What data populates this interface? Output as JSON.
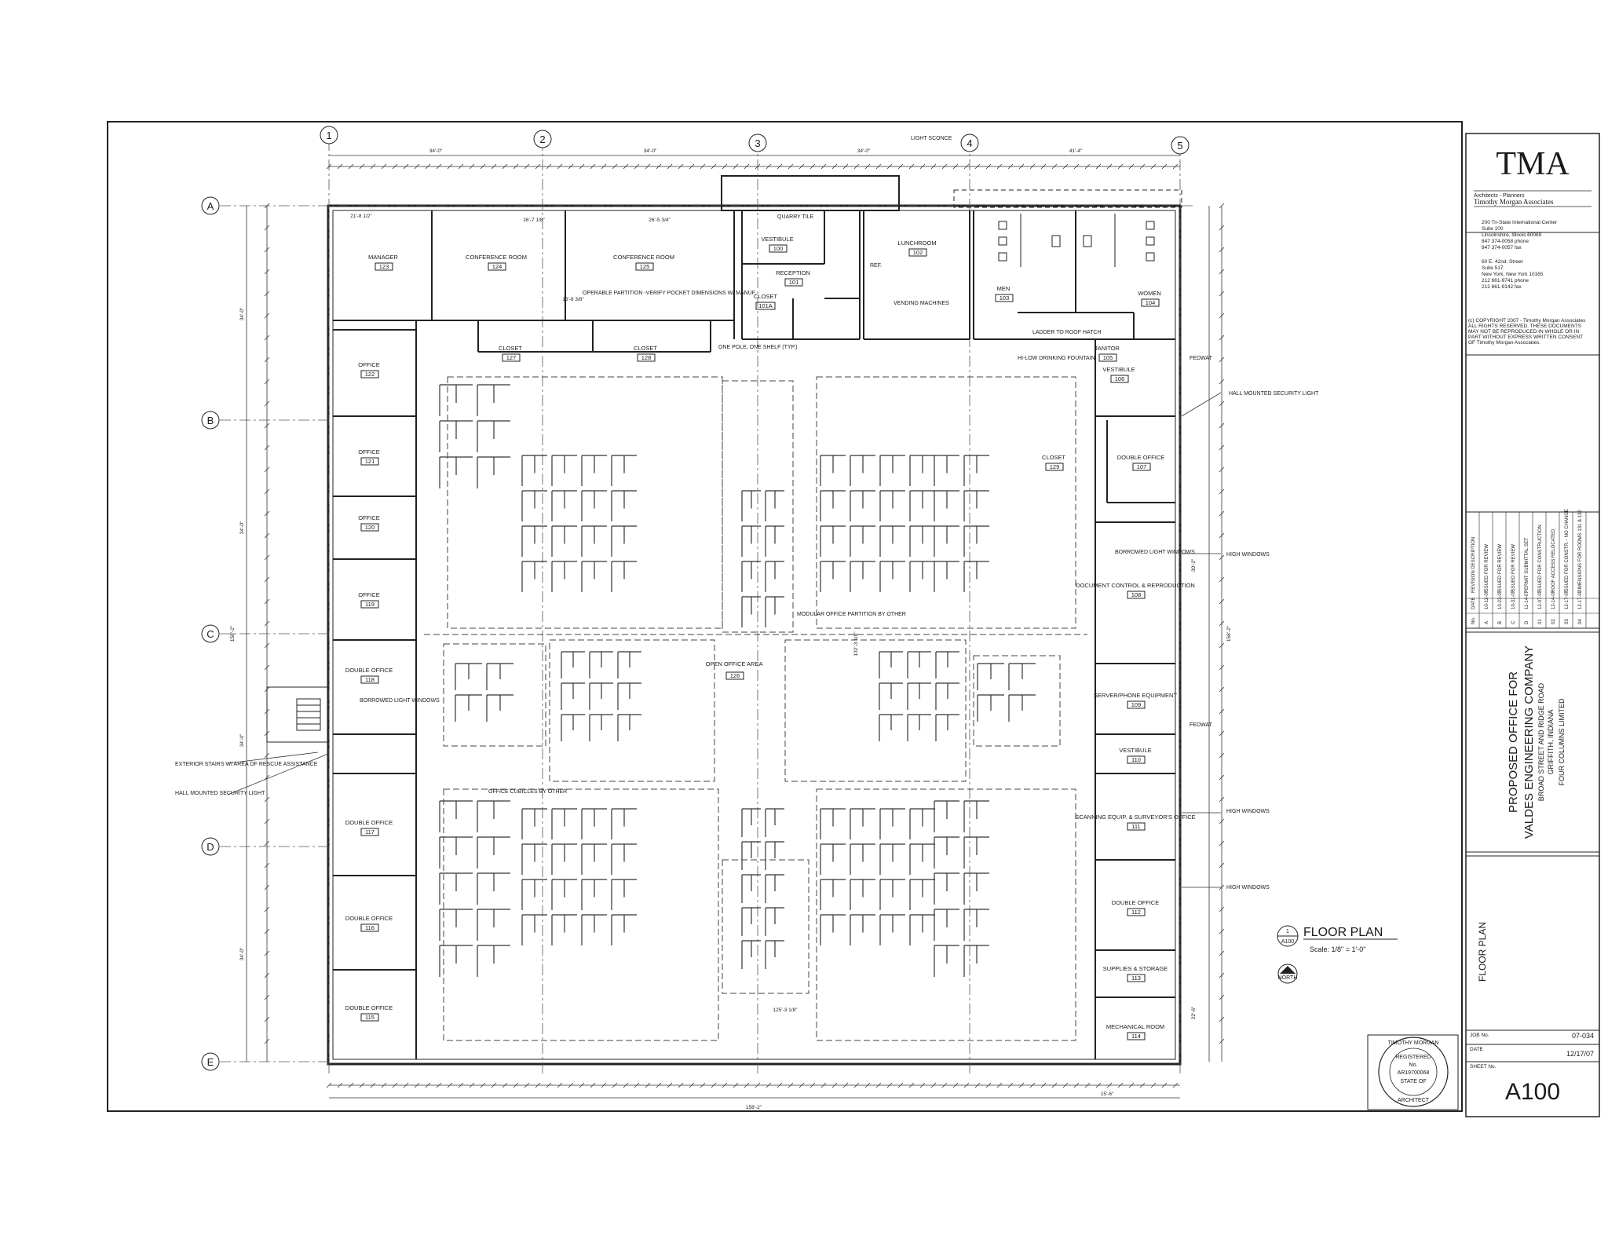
{
  "sheet": {
    "drawing_title": "FLOOR PLAN",
    "drawing_number": "1",
    "drawing_ref": "A100",
    "scale": "Scale: 1/8\" = 1'-0\"",
    "north_label": "NORTH",
    "sheet_number": "A100"
  },
  "firm": {
    "logo": "TMA",
    "tagline": "Architects - Planners",
    "name": "Timothy Morgan Associates",
    "office1": [
      "200 Tri-State International Center",
      "Suite 100",
      "Lincolnshire, Illinois 60069",
      "847 374-0058 phone",
      "847 374-0057 fax"
    ],
    "office2": [
      "60 E. 42nd. Street",
      "Suite 517",
      "New York, New York 10165",
      "212 661-9741 phone",
      "212 661-9142 fax"
    ],
    "copyright": [
      "(c) COPYRIGHT 2007 - Timothy Morgan Associates",
      "ALL RIGHTS RESERVED. THESE DOCUMENTS",
      "MAY NOT BE REPRODUCED IN WHOLE OR IN",
      "PART WITHOUT EXPRESS WRITTEN CONSENT",
      "OF Timothy Morgan Associates."
    ]
  },
  "revisions": {
    "headers": [
      "No.",
      "DATE",
      "REVISION DESCRIPTION"
    ],
    "rows": [
      [
        "A",
        "10-12-07",
        "ISSUED FOR REVIEW"
      ],
      [
        "B",
        "10-23-07",
        "ISSUED FOR REVIEW"
      ],
      [
        "C",
        "10-31-07",
        "ISSUED FOR REVIEW"
      ],
      [
        "D",
        "11-14-07",
        "PERMIT SUBMITTAL SET"
      ],
      [
        "01",
        "12-07-07",
        "ISSUED FOR CONSTRUCTION"
      ],
      [
        "02",
        "12-14-07",
        "ROOF ACCESS RELOCATED"
      ],
      [
        "03",
        "12-17-07",
        "ISSUED FOR CONSTR. - NO CHANGE"
      ],
      [
        "04",
        "12-17-07",
        "DIMENSIONS FOR ROOMS 131 & 132"
      ]
    ]
  },
  "project": {
    "line1": "PROPOSED OFFICE FOR",
    "line2": "VALDES ENGINEERING COMPANY",
    "line3": "BROAD STREET AND RIDGE ROAD",
    "line4": "GRIFFITH, INDIANA",
    "line5": "FOUR COLUMNS LIMITED"
  },
  "titleblock": {
    "sheet_title": "FLOOR PLAN",
    "job_label": "JOB No.",
    "job_no": "07-034",
    "date_label": "DATE",
    "date": "12/17/07",
    "sheet_label": "SHEET No."
  },
  "seal": {
    "top": "TIMOTHY MORGAN",
    "reg": "REGISTERED",
    "no_label": "No.",
    "number": "AR19700068",
    "state": "STATE OF",
    "bottom": "ARCHITECT"
  },
  "grid": {
    "columns": [
      "1",
      "2",
      "3",
      "4",
      "5"
    ],
    "rows": [
      "A",
      "B",
      "C",
      "D",
      "E"
    ]
  },
  "rooms": [
    {
      "key": "manager",
      "name": "MANAGER",
      "num": "123"
    },
    {
      "key": "conf124",
      "name": "CONFERENCE ROOM",
      "num": "124"
    },
    {
      "key": "conf125",
      "name": "CONFERENCE ROOM",
      "num": "125"
    },
    {
      "key": "vestibule100",
      "name": "VESTIBULE",
      "num": "100"
    },
    {
      "key": "reception",
      "name": "RECEPTION",
      "num": "101"
    },
    {
      "key": "closet101a",
      "name": "CLOSET",
      "num": "101A"
    },
    {
      "key": "lunch",
      "name": "LUNCHROOM",
      "num": "102"
    },
    {
      "key": "men",
      "name": "MEN",
      "num": "103"
    },
    {
      "key": "women",
      "name": "WOMEN",
      "num": "104"
    },
    {
      "key": "janitor",
      "name": "JANITOR",
      "num": "105"
    },
    {
      "key": "vestibule106",
      "name": "VESTIBULE",
      "num": "106"
    },
    {
      "key": "closet127",
      "name": "CLOSET",
      "num": "127"
    },
    {
      "key": "closet128",
      "name": "CLOSET",
      "num": "128"
    },
    {
      "key": "office122",
      "name": "OFFICE",
      "num": "122"
    },
    {
      "key": "office121",
      "name": "OFFICE",
      "num": "121"
    },
    {
      "key": "office120",
      "name": "OFFICE",
      "num": "120"
    },
    {
      "key": "office119",
      "name": "OFFICE",
      "num": "119"
    },
    {
      "key": "dbl118",
      "name": "DOUBLE OFFICE",
      "num": "118"
    },
    {
      "key": "dbl117",
      "name": "DOUBLE OFFICE",
      "num": "117"
    },
    {
      "key": "dbl116",
      "name": "DOUBLE OFFICE",
      "num": "116"
    },
    {
      "key": "dbl115",
      "name": "DOUBLE OFFICE",
      "num": "115"
    },
    {
      "key": "closet129",
      "name": "CLOSET",
      "num": "129"
    },
    {
      "key": "dbl107",
      "name": "DOUBLE OFFICE",
      "num": "107"
    },
    {
      "key": "doc108",
      "name": "DOCUMENT CONTROL & REPRODUCTION",
      "num": "108"
    },
    {
      "key": "server109",
      "name": "SERVER/PHONE EQUIPMENT",
      "num": "109"
    },
    {
      "key": "vestibule110",
      "name": "VESTIBULE",
      "num": "110"
    },
    {
      "key": "scan111",
      "name": "SCANNING EQUIP. & SURVEYOR'S OFFICE",
      "num": "111"
    },
    {
      "key": "dbl112",
      "name": "DOUBLE OFFICE",
      "num": "112"
    },
    {
      "key": "supplies113",
      "name": "SUPPLIES & STORAGE",
      "num": "113"
    },
    {
      "key": "mech114",
      "name": "MECHANICAL ROOM",
      "num": "114"
    },
    {
      "key": "openoffice",
      "name": "OPEN OFFICE AREA",
      "num": "126"
    }
  ],
  "notes": {
    "light_sconce": "LIGHT SCONCE",
    "quarry_tile": "QUARRY TILE",
    "vending": "VENDING MACHINES",
    "operable": "OPERABLE PARTITION -VERIFY POCKET DIMENSIONS W/ MANUF.",
    "pole": "ONE POLE, ONE SHELF (TYP.)",
    "ladder": "LADDER TO ROOF HATCH",
    "fountain": "HI-LOW DRINKING FOUNTAIN",
    "feedwall1": "FEDWAT",
    "feedwall2": "FEDWAT",
    "hall_light": "HALL MOUNTED SECURITY LIGHT",
    "high_windows1": "HIGH WINDOWS",
    "high_windows2": "HIGH WINDOWS",
    "high_windows3": "HIGH WINDOWS",
    "borrowed1": "BORROWED LIGHT WINDOWS",
    "borrowed2": "BORROWED LIGHT WINDOWS",
    "modular": "MODULAR OFFICE PARTITION BY OTHER",
    "cubicles": "OFFICE CUBICLES BY OTHER",
    "ext_stairs": "EXTERIOR STAIRS W/ AREA OF RESCUE ASSISTANCE",
    "hall_light2": "HALL MOUNTED SECURITY LIGHT",
    "ref": "REF."
  },
  "dims": {
    "top1": "34'-0\"",
    "top2": "34'-0\"",
    "top3": "34'-0\"",
    "top4": "41'-4\"",
    "bottom_total": "158'-2\"",
    "bottom_right": "15'-6\"",
    "left1": "34'-0\"",
    "left2": "34'-0\"",
    "left3": "34'-0\"",
    "left4": "34'-0\"",
    "left_total": "158'-2\"",
    "right_total": "158'-2\"",
    "r1": "26'-7 1/8\"",
    "r2": "26'-5 3/4\"",
    "r3": "21'-8 1/2\"",
    "r4": "16'-8 3/8\"",
    "r5": "125'-3 1/8\"",
    "r6": "132'-3 1/8\"",
    "r7": "30'-2\"",
    "r8": "22'-6\""
  }
}
